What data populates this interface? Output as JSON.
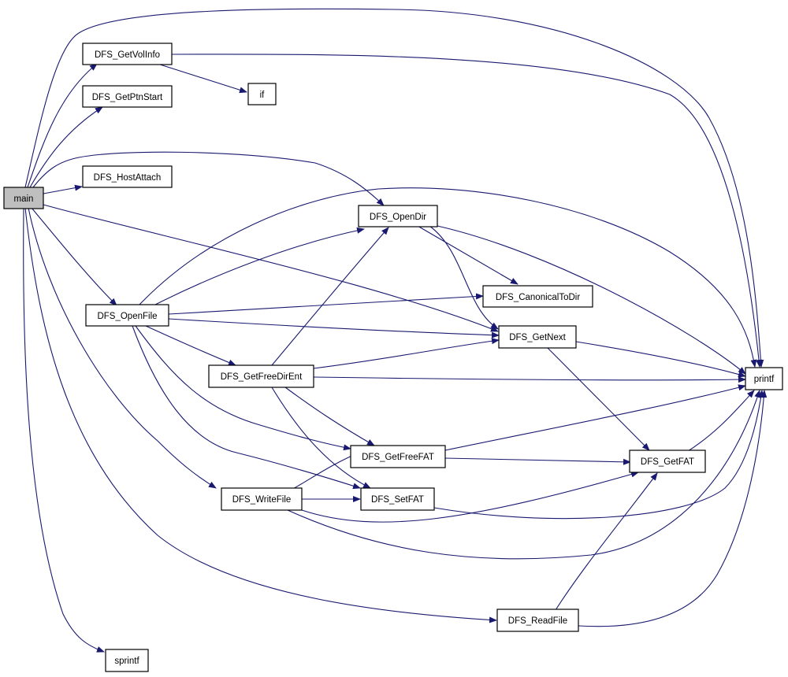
{
  "graph": {
    "edge_color": "#191970",
    "root_fill": "#bfbfbf",
    "nodes": {
      "main": "main",
      "getvolinfo": "DFS_GetVolInfo",
      "getptnstart": "DFS_GetPtnStart",
      "hostattach": "DFS_HostAttach",
      "if": "if",
      "opendir": "DFS_OpenDir",
      "canonicaltodir": "DFS_CanonicalToDir",
      "getnext": "DFS_GetNext",
      "openfile": "DFS_OpenFile",
      "getfreedirent": "DFS_GetFreeDirEnt",
      "printf": "printf",
      "getfreefat": "DFS_GetFreeFAT",
      "getfat": "DFS_GetFAT",
      "writefile": "DFS_WriteFile",
      "setfat": "DFS_SetFAT",
      "readfile": "DFS_ReadFile",
      "sprintf": "sprintf"
    }
  }
}
